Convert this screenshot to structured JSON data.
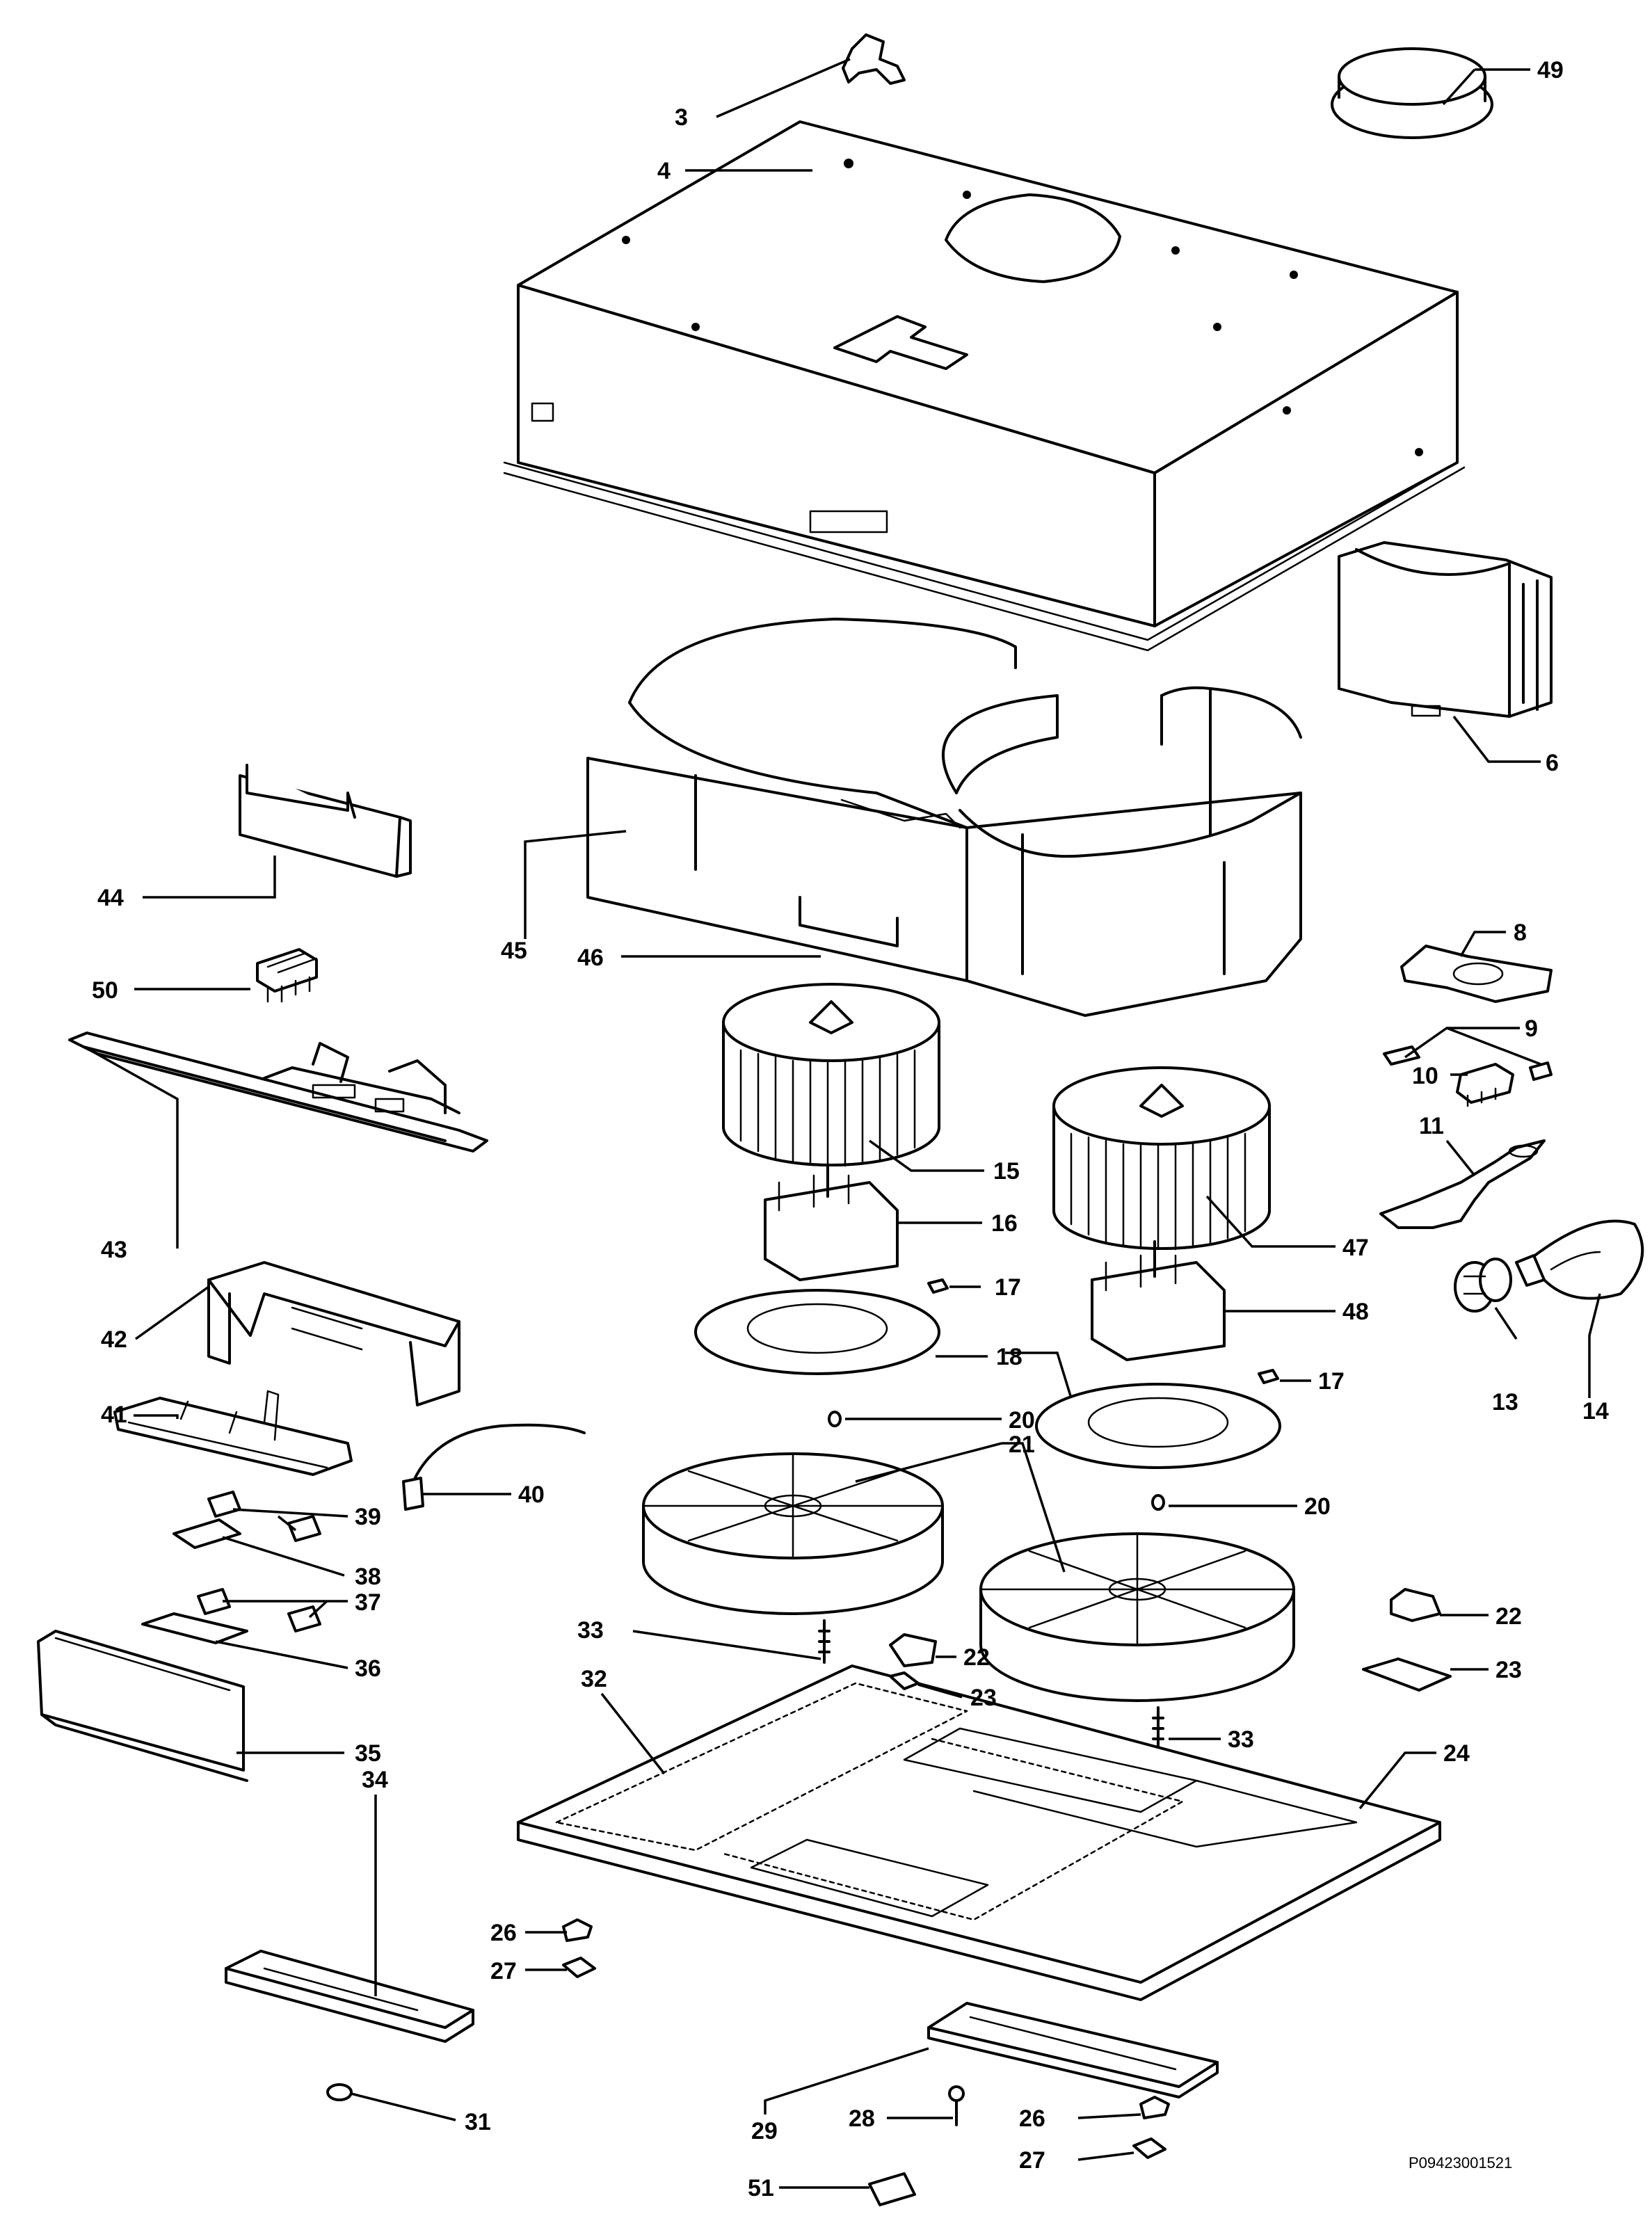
{
  "drawing_code": "P09423001521",
  "parts": {
    "p3": "3",
    "p4": "4",
    "p6": "6",
    "p8": "8",
    "p9": "9",
    "p10": "10",
    "p11": "11",
    "p13": "13",
    "p14": "14",
    "p15": "15",
    "p16": "16",
    "p17a": "17",
    "p17b": "17",
    "p18": "18",
    "p20a": "20",
    "p20b": "20",
    "p21": "21",
    "p22a": "22",
    "p22b": "22",
    "p23a": "23",
    "p23b": "23",
    "p24": "24",
    "p26a": "26",
    "p26b": "26",
    "p27a": "27",
    "p27b": "27",
    "p28": "28",
    "p29": "29",
    "p31": "31",
    "p32": "32",
    "p33a": "33",
    "p33b": "33",
    "p34": "34",
    "p35": "35",
    "p36": "36",
    "p37": "37",
    "p38": "38",
    "p39": "39",
    "p40": "40",
    "p41": "41",
    "p42": "42",
    "p43": "43",
    "p44": "44",
    "p45": "45",
    "p46": "46",
    "p47": "47",
    "p48": "48",
    "p49": "49",
    "p50": "50",
    "p51": "51"
  }
}
